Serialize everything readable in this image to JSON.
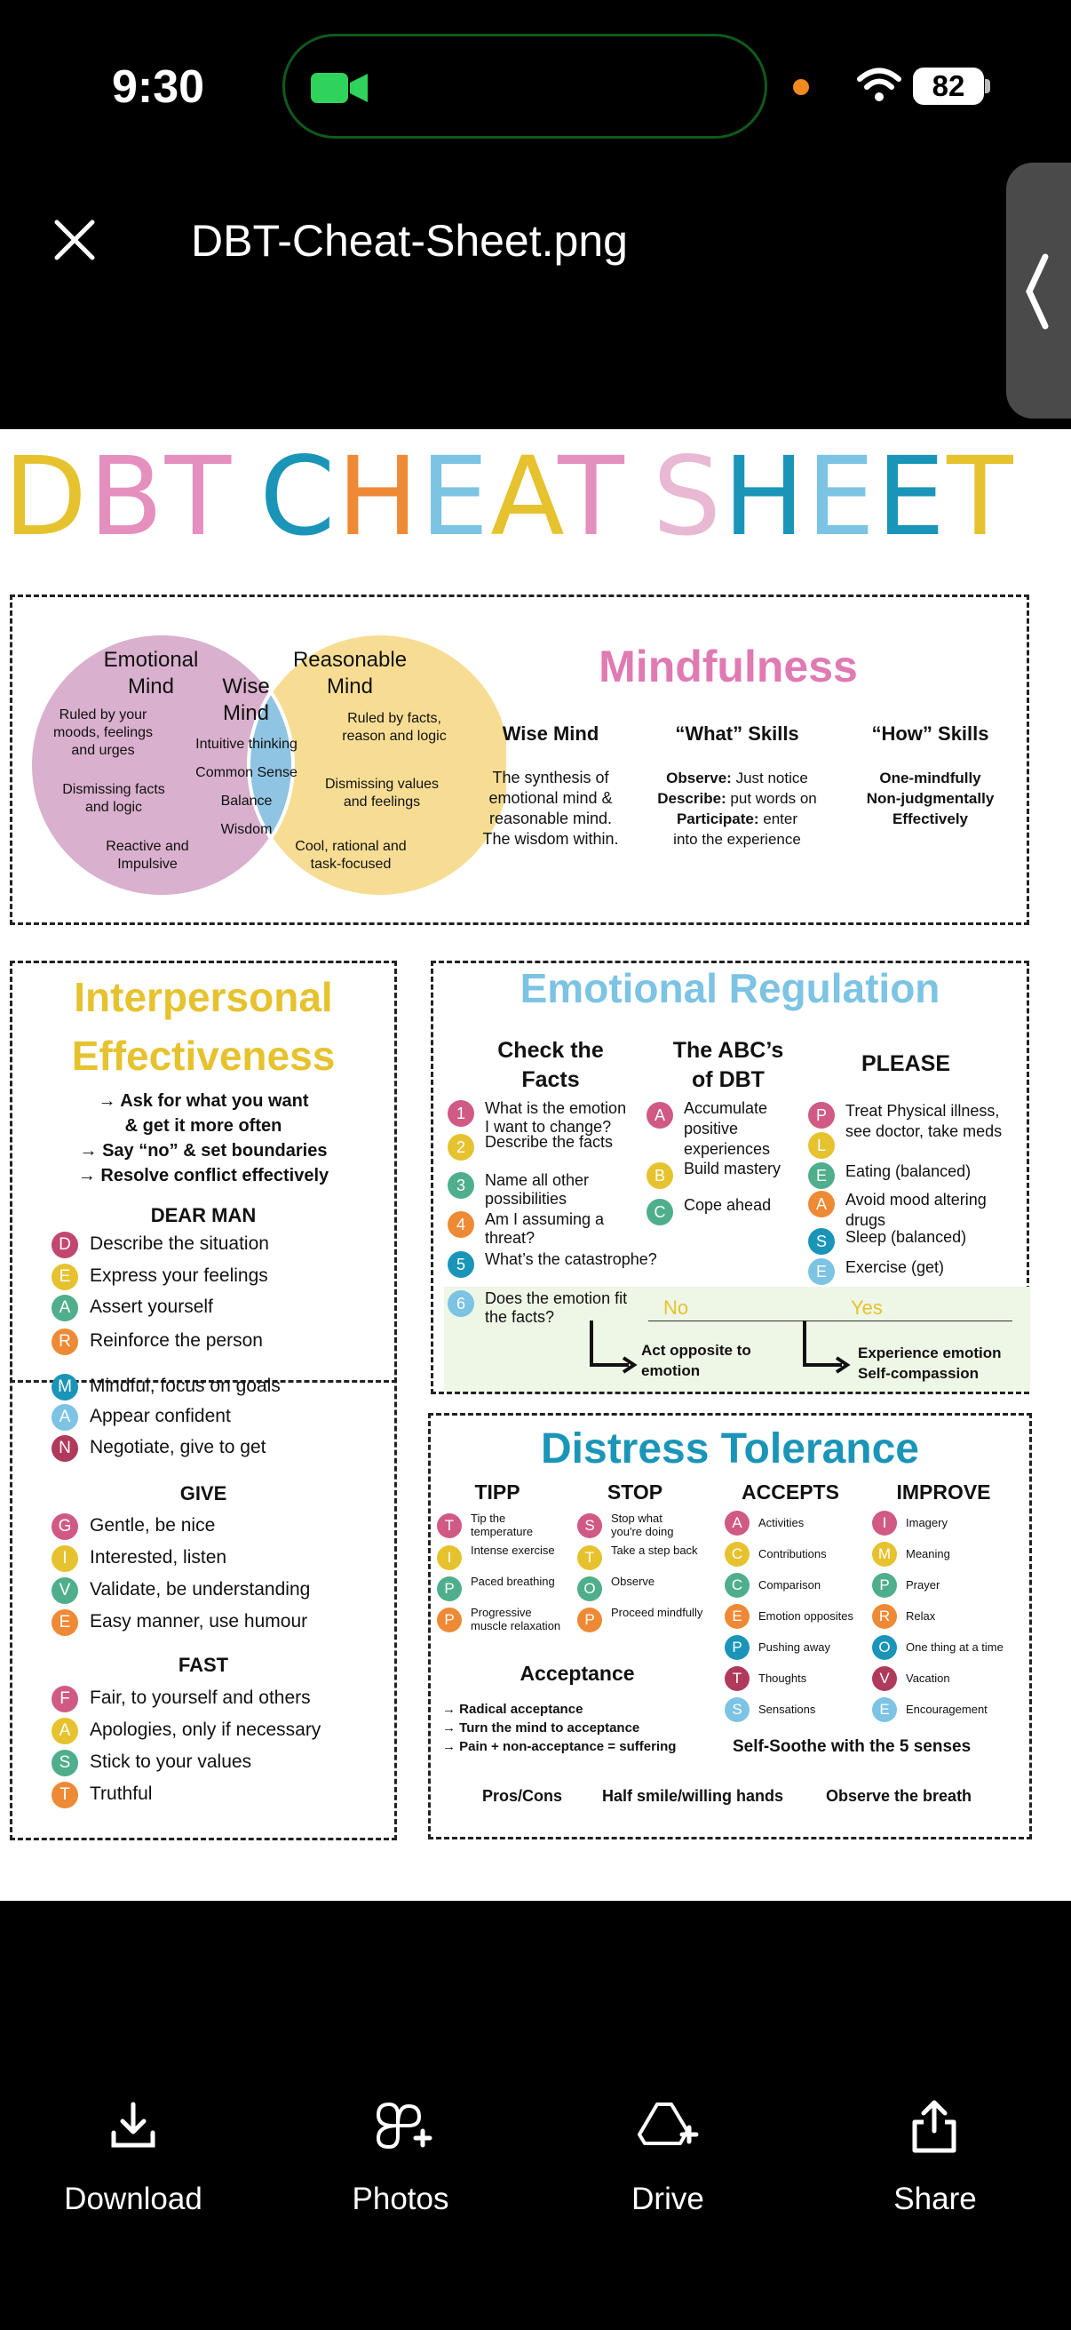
{
  "status_bar": {
    "time": "9:30",
    "battery": "82"
  },
  "viewer": {
    "filename": "DBT-Cheat-Sheet.png"
  },
  "sheet": {
    "title_letters": [
      {
        "ch": "D",
        "color": "#e6c22f"
      },
      {
        "ch": "B",
        "color": "#e58fbf"
      },
      {
        "ch": "T",
        "color": "#e58fbf"
      },
      {
        "ch": "C",
        "color": "#1a95b8"
      },
      {
        "ch": "H",
        "color": "#ee8a35"
      },
      {
        "ch": "E",
        "color": "#7cc3e4"
      },
      {
        "ch": "A",
        "color": "#e6c22f"
      },
      {
        "ch": "T",
        "color": "#e58fbf"
      },
      {
        "ch": "S",
        "color": "#e9b8d3"
      },
      {
        "ch": "H",
        "color": "#1a95b8"
      },
      {
        "ch": "E",
        "color": "#7cc3e4"
      },
      {
        "ch": "E",
        "color": "#1a95b8"
      },
      {
        "ch": "T",
        "color": "#e6c22f"
      }
    ],
    "venn": {
      "emotional_title": "Emotional\nMind",
      "emotional_items": [
        "Ruled by your\nmoods, feelings\nand urges",
        "Dismissing facts\nand logic",
        "Reactive and\nImpulsive"
      ],
      "wise_title": "Wise\nMind",
      "wise_items": [
        "Intuitive thinking",
        "Common Sense",
        "Balance",
        "Wisdom"
      ],
      "reasonable_title": "Reasonable\nMind",
      "reasonable_items": [
        "Ruled by facts,\nreason and logic",
        "Dismissing values\nand feelings",
        "Cool, rational and\ntask-focused"
      ]
    },
    "mindfulness": {
      "title": "Mindfulness",
      "col1_head": "Wise Mind",
      "col1_text": "The synthesis of\nemotional mind &\nreasonable mind.\nThe wisdom within.",
      "col2_head": "“What” Skills",
      "col2_lines": [
        {
          "b": "Observe:",
          "t": " Just notice"
        },
        {
          "b": "Describe:",
          "t": " put words on"
        },
        {
          "b": "Participate:",
          "t": " enter"
        },
        {
          "b": "",
          "t": "into the experience"
        }
      ],
      "col3_head": "“How” Skills",
      "col3_text": "One-mindfully\nNon-judgmentally\nEffectively"
    },
    "interpersonal": {
      "title1": "Interpersonal",
      "title2": "Effectiveness",
      "goals": [
        "→ Ask for what you want",
        "& get it more often",
        "→ Say “no” & set boundaries",
        "→ Resolve conflict effectively"
      ],
      "dearman_head": "DEAR MAN",
      "dearman": [
        {
          "l": "D",
          "t": "Describe the situation",
          "color": "#c2466d"
        },
        {
          "l": "E",
          "t": "Express your feelings",
          "color": "#e6c22f"
        },
        {
          "l": "A",
          "t": "Assert yourself",
          "color": "#4fae8c"
        },
        {
          "l": "R",
          "t": "Reinforce the person",
          "color": "#ee8a35"
        },
        {
          "l": "M",
          "t": "Mindful, focus on goals",
          "color": "#1a95b8"
        },
        {
          "l": "A",
          "t": "Appear confident",
          "color": "#7cc3e4"
        },
        {
          "l": "N",
          "t": "Negotiate, give to get",
          "color": "#b03a5b"
        }
      ],
      "give_head": "GIVE",
      "give": [
        {
          "l": "G",
          "t": "Gentle, be nice",
          "color": "#d05a84"
        },
        {
          "l": "I",
          "t": "Interested, listen",
          "color": "#e6c22f"
        },
        {
          "l": "V",
          "t": "Validate, be understanding",
          "color": "#4fae8c"
        },
        {
          "l": "E",
          "t": "Easy manner, use humour",
          "color": "#ee8a35"
        }
      ],
      "fast_head": "FAST",
      "fast": [
        {
          "l": "F",
          "t": "Fair, to yourself and others",
          "color": "#d05a84"
        },
        {
          "l": "A",
          "t": "Apologies, only if necessary",
          "color": "#e6c22f"
        },
        {
          "l": "S",
          "t": "Stick to your values",
          "color": "#4fae8c"
        },
        {
          "l": "T",
          "t": "Truthful",
          "color": "#ee8a35"
        }
      ]
    },
    "emotional_regulation": {
      "title": "Emotional Regulation",
      "check_head": "Check the\nFacts",
      "abc_head": "The ABC’s\nof DBT",
      "please_head": "PLEASE",
      "check": [
        {
          "l": "1",
          "t": "What is the emotion\nI want to change?",
          "color": "#d05a84"
        },
        {
          "l": "2",
          "t": "Describe the facts",
          "color": "#e6c22f"
        },
        {
          "l": "3",
          "t": "Name all other\npossibilities",
          "color": "#4fae8c"
        },
        {
          "l": "4",
          "t": "Am I assuming a\nthreat?",
          "color": "#ee8a35"
        },
        {
          "l": "5",
          "t": "What’s the catastrophe?",
          "color": "#1a95b8"
        },
        {
          "l": "6",
          "t": "Does the emotion fit\nthe facts?",
          "color": "#7cc3e4"
        }
      ],
      "abc": [
        {
          "l": "A",
          "t": "Accumulate\npositive\nexperiences",
          "color": "#d05a84"
        },
        {
          "l": "B",
          "t": "Build mastery",
          "color": "#e6c22f"
        },
        {
          "l": "C",
          "t": "Cope ahead",
          "color": "#4fae8c"
        }
      ],
      "please": [
        {
          "l": "P",
          "t": "Treat Physical illness,\nsee doctor, take meds",
          "color": "#d05a84"
        },
        {
          "l": "L",
          "t": "",
          "color": "#e6c22f"
        },
        {
          "l": "E",
          "t": "Eating (balanced)",
          "color": "#4fae8c"
        },
        {
          "l": "A",
          "t": "Avoid mood altering\ndrugs",
          "color": "#ee8a35"
        },
        {
          "l": "S",
          "t": "Sleep (balanced)",
          "color": "#1a95b8"
        },
        {
          "l": "E",
          "t": "Exercise (get)",
          "color": "#7cc3e4"
        }
      ],
      "no_label": "No",
      "yes_label": "Yes",
      "no_result": "Act opposite to\nemotion",
      "yes_result": "Experience emotion\nSelf-compassion"
    },
    "distress": {
      "title": "Distress Tolerance",
      "tipp_head": "TIPP",
      "tipp": [
        {
          "l": "T",
          "t": "Tip the\ntemperature",
          "color": "#d05a84"
        },
        {
          "l": "I",
          "t": "Intense exercise",
          "color": "#e6c22f"
        },
        {
          "l": "P",
          "t": "Paced breathing",
          "color": "#4fae8c"
        },
        {
          "l": "P",
          "t": "Progressive\nmuscle relaxation",
          "color": "#ee8a35"
        }
      ],
      "stop_head": "STOP",
      "stop": [
        {
          "l": "S",
          "t": "Stop what\nyou're doing",
          "color": "#d05a84"
        },
        {
          "l": "T",
          "t": "Take a step back",
          "color": "#e6c22f"
        },
        {
          "l": "O",
          "t": "Observe",
          "color": "#4fae8c"
        },
        {
          "l": "P",
          "t": "Proceed mindfully",
          "color": "#ee8a35"
        }
      ],
      "accepts_head": "ACCEPTS",
      "accepts": [
        {
          "l": "A",
          "t": "Activities",
          "color": "#d05a84"
        },
        {
          "l": "C",
          "t": "Contributions",
          "color": "#e6c22f"
        },
        {
          "l": "C",
          "t": "Comparison",
          "color": "#4fae8c"
        },
        {
          "l": "E",
          "t": "Emotion opposites",
          "color": "#ee8a35"
        },
        {
          "l": "P",
          "t": "Pushing away",
          "color": "#1a95b8"
        },
        {
          "l": "T",
          "t": "Thoughts",
          "color": "#b03a5b"
        },
        {
          "l": "S",
          "t": "Sensations",
          "color": "#7cc3e4"
        }
      ],
      "improve_head": "IMPROVE",
      "improve": [
        {
          "l": "I",
          "t": "Imagery",
          "color": "#d05a84"
        },
        {
          "l": "M",
          "t": "Meaning",
          "color": "#e6c22f"
        },
        {
          "l": "P",
          "t": "Prayer",
          "color": "#4fae8c"
        },
        {
          "l": "R",
          "t": "Relax",
          "color": "#ee8a35"
        },
        {
          "l": "O",
          "t": "One thing at a time",
          "color": "#1a95b8"
        },
        {
          "l": "V",
          "t": "Vacation",
          "color": "#b03a5b"
        },
        {
          "l": "E",
          "t": "Encouragement",
          "color": "#7cc3e4"
        }
      ],
      "acceptance_head": "Acceptance",
      "acceptance": [
        "→ Radical acceptance",
        "→ Turn the mind to acceptance",
        "→ Pain + non-acceptance = suffering"
      ],
      "self_soothe": "Self-Soothe with the 5 senses",
      "footer": [
        "Pros/Cons",
        "Half smile/willing hands",
        "Observe the breath"
      ]
    }
  },
  "actions": [
    {
      "label": "Download",
      "icon": "download-icon"
    },
    {
      "label": "Photos",
      "icon": "photos-icon"
    },
    {
      "label": "Drive",
      "icon": "drive-icon"
    },
    {
      "label": "Share",
      "icon": "share-icon"
    }
  ]
}
